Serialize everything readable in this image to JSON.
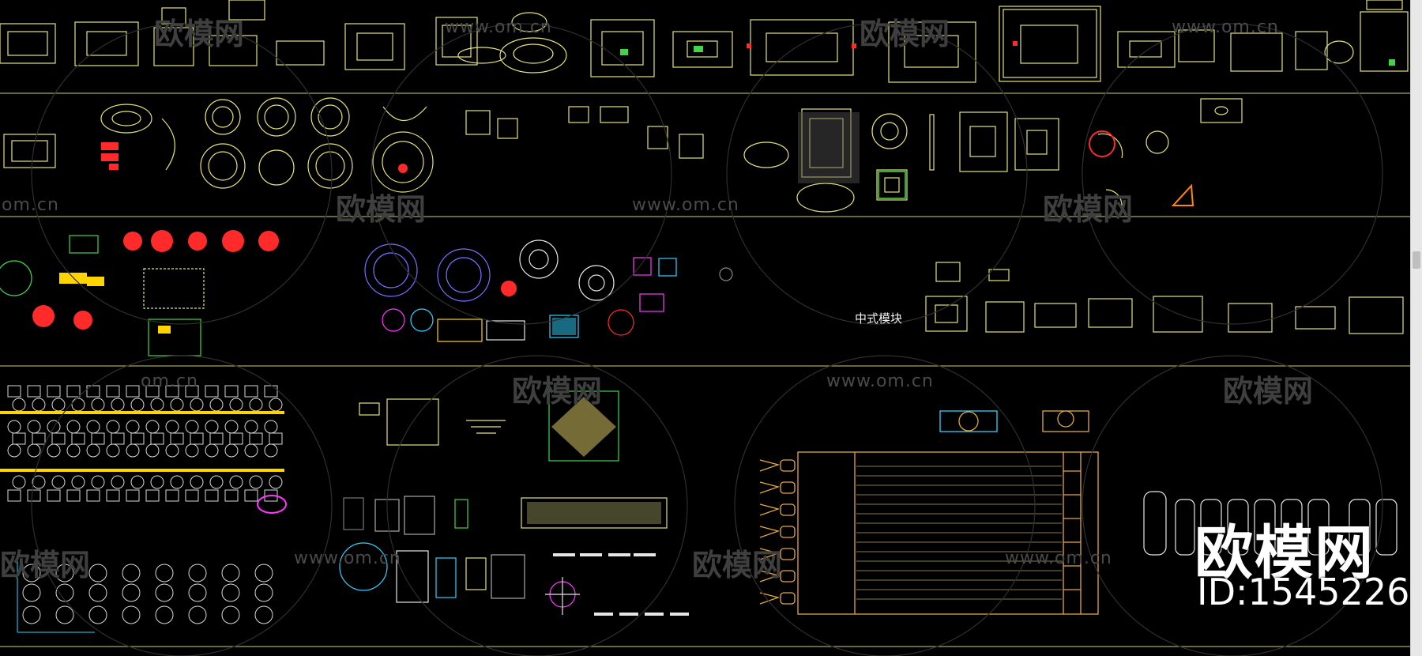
{
  "canvas": {
    "background_color": "#000000",
    "primary_line_color": "#e6e27a",
    "accent_colors": [
      "#ff2a2a",
      "#ffd400",
      "#3fd44a",
      "#2fd3ff",
      "#ff38ff",
      "#7a6cff",
      "#ff8a00"
    ]
  },
  "labels": {
    "chinese_module": "中式模块"
  },
  "watermarks": {
    "site": "www.om.cn",
    "site_partial": "om.cn",
    "logo": "欧模网"
  },
  "branding": {
    "name": "欧模网",
    "id_text": "ID:1545226"
  },
  "ui": {
    "scrollbar_icon": "scrollbar"
  }
}
